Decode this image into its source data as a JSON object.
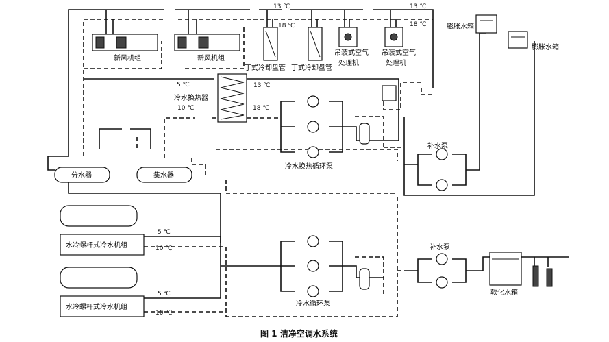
{
  "labels": {
    "fresh_air_1": "新风机组",
    "fresh_air_2": "新风机组",
    "fcu_1": "丁式冷却盘管",
    "fcu_2": "丁式冷却盘管",
    "ahu_1_l1": "吊装式空气",
    "ahu_1_l2": "处理机",
    "ahu_2_l1": "吊装式空气",
    "ahu_2_l2": "处理机",
    "expansion_tank_1": "膨胀水箱",
    "expansion_tank_2": "膨胀水箱",
    "heat_exchanger": "冷水换热器",
    "hx_pump_group": "冷水换热循环泵",
    "makeup_pump_1": "补水泵",
    "makeup_pump_2": "补水泵",
    "supply_header": "分水器",
    "return_header": "集水器",
    "chiller_1": "水冷螺杆式冷水机组",
    "chiller_2": "水冷螺杆式冷水机组",
    "chw_pump_group": "冷水循环泵",
    "soft_water_tank": "软化水箱"
  },
  "temps": {
    "top_13_a": "13 ℃",
    "top_18_a": "18 ℃",
    "top_13_b": "13 ℃",
    "top_18_b": "18 ℃",
    "hx_5": "5 ℃",
    "hx_13": "13 ℃",
    "hx_10": "10 ℃",
    "hx_18": "18 ℃",
    "ch1_5": "5 ℃",
    "ch1_10": "10 ℃",
    "ch2_5": "5 ℃",
    "ch2_10": "10 ℃"
  },
  "caption": "图 1   洁净空调水系统"
}
